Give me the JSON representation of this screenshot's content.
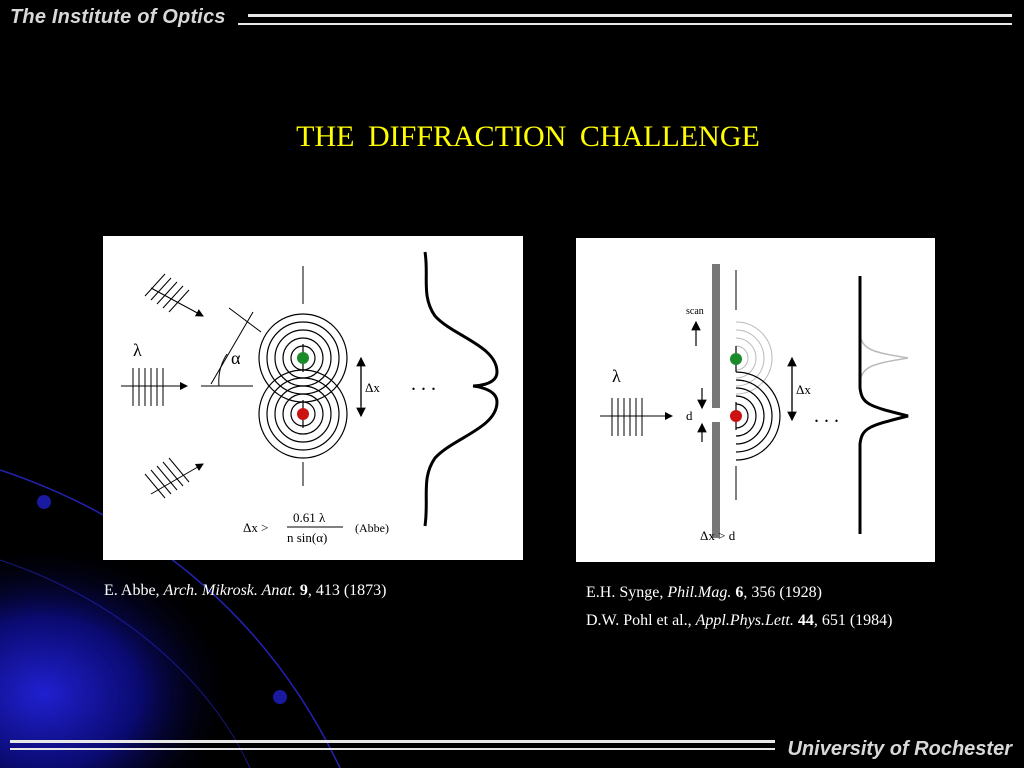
{
  "header": {
    "title": "The Institute of Optics"
  },
  "footer": {
    "title": "University of Rochester"
  },
  "slide": {
    "title": "THE  DIFFRACTION  CHALLENGE"
  },
  "colors": {
    "title": "#ffff00",
    "background": "#000000",
    "accent_blue": "#1010c0",
    "dot_green": "#1a8a2a",
    "dot_red": "#cc1111"
  },
  "figure_left": {
    "lambda": "λ",
    "alpha": "α",
    "dx": "Δx",
    "dots": ". . .",
    "eq_lhs": "Δx  >",
    "eq_num": "0.61 λ",
    "eq_den": "n sin(α)",
    "eq_note": "(Abbe)"
  },
  "figure_right": {
    "scan": "scan",
    "lambda": "λ",
    "d": "d",
    "dx": "Δx",
    "dots": ". . .",
    "eq": "Δx  >  d"
  },
  "refs": {
    "abbe": {
      "author": "E. Abbe, ",
      "journal": "Arch. Mikrosk. Anat.",
      "volume": "9",
      "rest": ", 413 (1873)"
    },
    "synge": {
      "author": "E.H. Synge, ",
      "journal": "Phil.Mag.",
      "volume": "6",
      "rest": ", 356 (1928)"
    },
    "pohl": {
      "author": "D.W. Pohl et al., ",
      "journal": "Appl.Phys.Lett.",
      "volume": "44",
      "rest": ", 651 (1984)"
    }
  }
}
